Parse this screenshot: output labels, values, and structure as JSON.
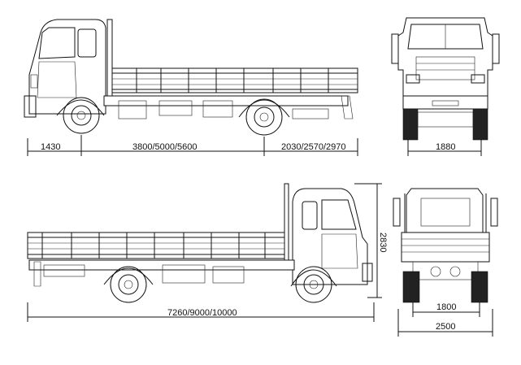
{
  "dimensions": {
    "front_overhang": "1430",
    "wheelbase_options": "3800/5000/5600",
    "rear_overhang_options": "2030/2570/2970",
    "front_track": "1880",
    "overall_length_options": "7260/9000/10000",
    "overall_height": "2830",
    "rear_track": "1800",
    "overall_width": "2500"
  },
  "views": {
    "side_view_top": "side-view-cab-left",
    "front_view": "front-view",
    "side_view_bottom": "side-view-cab-right",
    "rear_view": "rear-view"
  }
}
